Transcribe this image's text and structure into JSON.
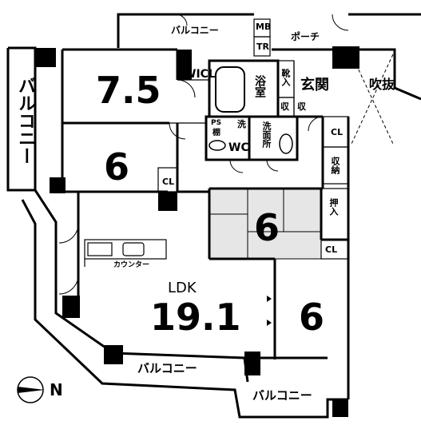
{
  "rooms": {
    "room_a_size": "7.5",
    "room_b_size": "6",
    "washitsu_size": "6",
    "room_c_size": "6",
    "ldk_label": "LDK",
    "ldk_size": "19.1"
  },
  "labels": {
    "balcony_north": "バルコニー",
    "balcony_west": "バルコニー",
    "balcony_south_1": "バルコニー",
    "balcony_south_2": "バルコニー",
    "porch": "ポーチ",
    "entrance": "玄関",
    "fukinuke": "吹抜",
    "wicl": "WICL",
    "mb": "MB",
    "tr": "TR",
    "bath": "浴室",
    "kutsuire": "靴入",
    "shuno_small": "収",
    "shuno_small_2": "収",
    "ps": "PS",
    "sentaku": "洗",
    "tana": "棚",
    "wc": "WC",
    "senmenjo": "洗面所",
    "cl_hall": "CL",
    "shuno_hall": "収納",
    "cl_room_b": "CL",
    "oshiire": "押入",
    "cl_washitsu": "CL",
    "counter": "カウンター",
    "north": "N"
  },
  "colors": {
    "wall": "#000000",
    "tatami": "#e6e6e6",
    "background": "#ffffff"
  }
}
